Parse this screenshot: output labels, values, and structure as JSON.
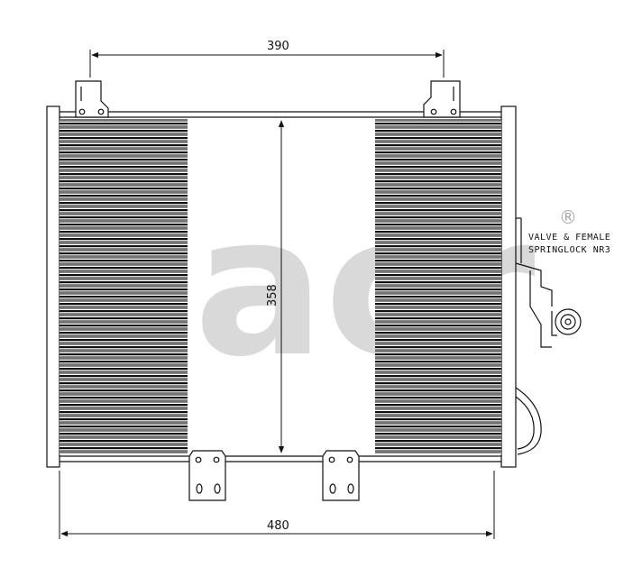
{
  "drawing": {
    "dimensions": {
      "top_width": "390",
      "height": "358",
      "bottom_width": "480"
    },
    "valve_note": {
      "line1": "VALVE & FEMALE",
      "line2": "SPRINGLOCK NR3"
    },
    "watermark": {
      "text": "acr",
      "mark": "®",
      "color": "#d9d9d9"
    },
    "ink_color": "#111111"
  }
}
